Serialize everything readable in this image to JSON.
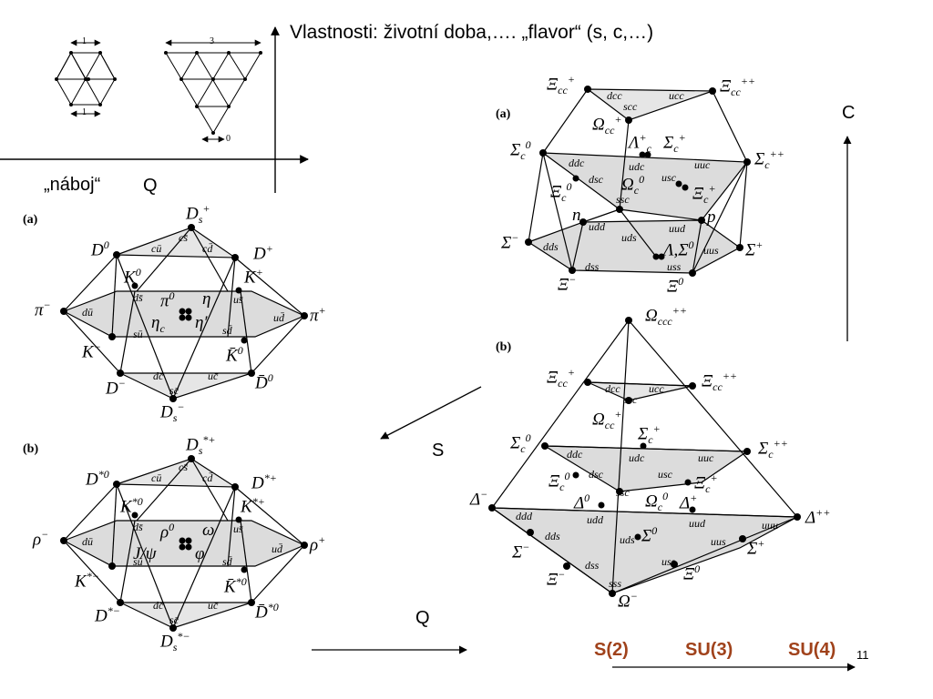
{
  "header": {
    "title": "Vlastnosti: životní doba,…. „flavor“ (s, c,…)"
  },
  "labels": {
    "charge_word": "„náboj“",
    "q": "Q",
    "c": "C",
    "s": "S",
    "q_bottom": "Q",
    "page_number": "11"
  },
  "footer": {
    "group1": "S(2)",
    "group2": "SU(3)",
    "group3": "SU(4)",
    "color": "#a0421b"
  },
  "small_diagram": {
    "hex_width": "1",
    "hex_width2": "1",
    "tri_width": "3",
    "tri_bottom": "0"
  },
  "meson_a": {
    "tag": "(a)",
    "top": "D",
    "top_sub": "s",
    "top_sup": "+",
    "ul": "D",
    "ul_sup": "0",
    "ur": "D",
    "ur_sup": "+",
    "q_cu": "cū",
    "q_cd": "cd̄",
    "q_cs": "cs̄",
    "k0": "K",
    "k0_sup": "0",
    "kp": "K",
    "kp_sup": "+",
    "ds": "ds̄",
    "us": "us̄",
    "left": "π",
    "left_sup": "−",
    "right": "π",
    "right_sup": "+",
    "du": "dū",
    "ud": "ud̄",
    "pi0": "π",
    "pi0_sup": "0",
    "eta": "η",
    "etac": "η",
    "etac_sub": "c",
    "etap": "η′",
    "su": "sū",
    "sd": "sd̄",
    "km": "K",
    "km_sup": "−",
    "k0b": "K̄",
    "k0b_sup": "0",
    "dc": "dc̄",
    "uc": "uc̄",
    "sc": "sc̄",
    "bl": "D",
    "bl_sup": "−",
    "br": "D̄",
    "br_sup": "0",
    "bottom": "D",
    "bottom_sub": "s",
    "bottom_sup": "−"
  },
  "meson_b": {
    "tag": "(b)",
    "top": "D",
    "top_sub": "s",
    "top_sup": "*+",
    "ul": "D",
    "ul_sup": "*0",
    "ur": "D",
    "ur_sup": "*+",
    "q_cu": "cū",
    "q_cd": "cd̄",
    "q_cs": "cs̄",
    "k0": "K",
    "k0_sup": "*0",
    "kp": "K",
    "kp_sup": "*+",
    "ds": "ds̄",
    "us": "us̄",
    "left": "ρ",
    "left_sup": "−",
    "right": "ρ",
    "right_sup": "+",
    "du": "dū",
    "ud": "ud̄",
    "rho0": "ρ",
    "rho0_sup": "0",
    "omega": "ω",
    "jpsi": "J/ψ",
    "phi": "φ",
    "su": "sū",
    "sd": "sd̄",
    "km": "K",
    "km_sup": "*−",
    "k0b": "K̄",
    "k0b_sup": "*0",
    "dc": "dc̄",
    "uc": "uc̄",
    "sc": "sc̄",
    "bl": "D",
    "bl_sup": "*−",
    "br": "D̄",
    "br_sup": "*0",
    "bottom": "D",
    "bottom_sub": "s",
    "bottom_sup": "*−"
  },
  "baryon_a": {
    "tag": "(a)",
    "xicc_p": "Ξ",
    "xicc_p_sub": "cc",
    "xicc_p_sup": "+",
    "xicc_pp": "Ξ",
    "xicc_pp_sub": "cc",
    "xicc_pp_sup": "++",
    "dcc": "dcc",
    "ucc": "ucc",
    "scc": "scc",
    "omcc": "Ω",
    "omcc_sub": "cc",
    "omcc_sup": "+",
    "lam_sig": "Λ",
    "lam_sup": "+",
    "lam_sub": "c",
    "sigc_p": "Σ",
    "sigc_p_sub": "c",
    "sigc_p_sup": "+",
    "sigc0": "Σ",
    "sigc0_sub": "c",
    "sigc0_sup": "0",
    "sigcpp": "Σ",
    "sigcpp_sub": "c",
    "sigcpp_sup": "++",
    "ddc": "ddc",
    "udc": "udc",
    "uuc": "uuc",
    "dsc": "dsc",
    "usc": "usc",
    "ssc": "ssc",
    "xic0": "Ξ",
    "xic0_sub": "c",
    "xic0_sup": "0",
    "omc0": "Ω",
    "omc0_sub": "c",
    "omc0_sup": "0",
    "xicp": "Ξ",
    "xicp_sub": "c",
    "xicp_sup": "+",
    "n": "n",
    "p": "p",
    "udd": "udd",
    "uud": "uud",
    "uds": "uds",
    "lam_sig0": "Λ,Σ",
    "lam_sig0_sup": "0",
    "sigm": "Σ",
    "sigm_sup": "−",
    "sigp": "Σ",
    "sigp_sup": "+",
    "dds": "dds",
    "uus": "uus",
    "dss": "dss",
    "uss": "uss",
    "xim": "Ξ",
    "xim_sup": "−",
    "xi0": "Ξ",
    "xi0_sup": "0"
  },
  "baryon_b": {
    "tag": "(b)",
    "omccc": "Ω",
    "omccc_sub": "ccc",
    "omccc_sup": "++",
    "xicc_p": "Ξ",
    "xicc_p_sub": "cc",
    "xicc_p_sup": "+",
    "xicc_pp": "Ξ",
    "xicc_pp_sub": "cc",
    "xicc_pp_sup": "++",
    "dcc": "dcc",
    "ucc": "ucc",
    "scc": "scc",
    "omcc": "Ω",
    "omcc_sub": "cc",
    "omcc_sup": "+",
    "sigcp": "Σ",
    "sigcp_sub": "c",
    "sigcp_sup": "+",
    "sigc0": "Σ",
    "sigc0_sub": "c",
    "sigc0_sup": "0",
    "sigcpp": "Σ",
    "sigcpp_sub": "c",
    "sigcpp_sup": "++",
    "ddc": "ddc",
    "udc": "udc",
    "uuc": "uuc",
    "dsc": "dsc",
    "usc": "usc",
    "ssc": "ssc",
    "xic0": "Ξ",
    "xic0_sub": "c",
    "xic0_sup": "0",
    "delta0": "Δ",
    "delta0_sup": "0",
    "omc0": "Ω",
    "omc0_sub": "c",
    "omc0_sup": "0",
    "deltap": "Δ",
    "deltap_sup": "+",
    "xicp": "Ξ",
    "xicp_sub": "c",
    "xicp_sup": "+",
    "deltam": "Δ",
    "deltam_sup": "−",
    "deltapp": "Δ",
    "deltapp_sup": "++",
    "ddd": "ddd",
    "udd": "udd",
    "uud": "uud",
    "uuu": "uuu",
    "dds": "dds",
    "uds": "uds",
    "sig0": "Σ",
    "sig0_sup": "0",
    "uus": "uus",
    "sigm": "Σ",
    "sigm_sup": "−",
    "sigp": "Σ",
    "sigp_sup": "+",
    "dss": "dss",
    "uss": "uss",
    "xim": "Ξ",
    "xim_sup": "−",
    "xi0": "Ξ",
    "xi0_sup": "0",
    "sss": "sss",
    "omm": "Ω",
    "omm_sup": "−"
  }
}
